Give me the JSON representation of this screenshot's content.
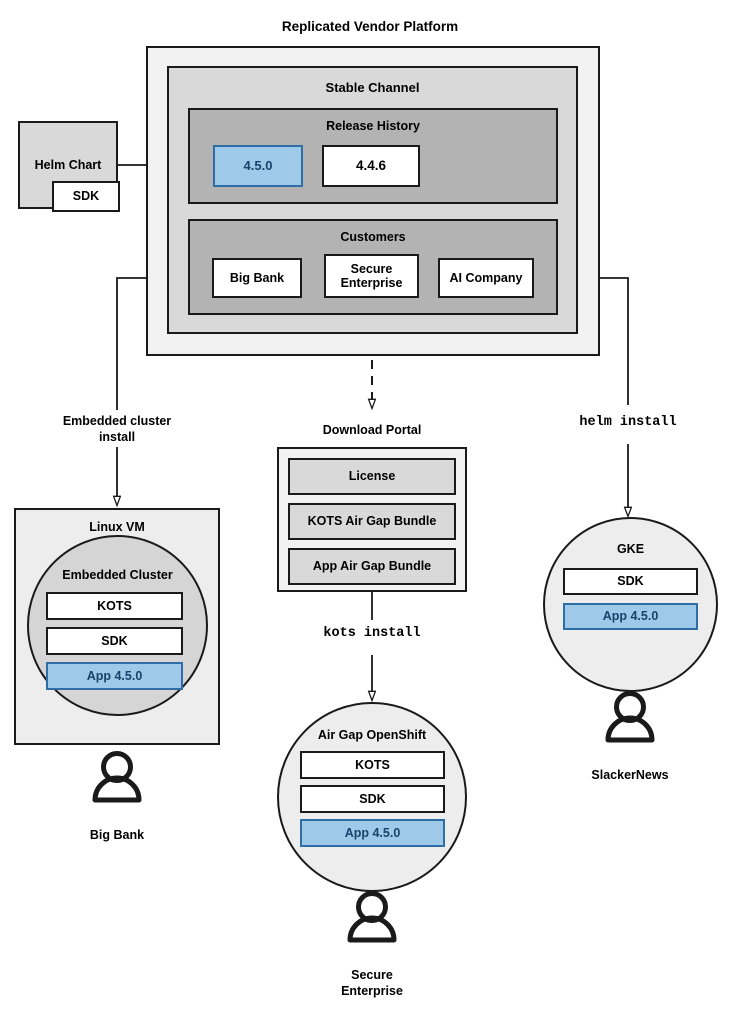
{
  "diagram": {
    "title": "Replicated Vendor Platform",
    "type": "architecture-flow"
  },
  "colors": {
    "accent_blue_fill": "#9ec9e9",
    "accent_blue_border": "#2f6ea5",
    "accent_blue_text": "#16446b",
    "stroke": "#1a1a1a",
    "outer_fill": "#f2f2f2",
    "channel_fill": "#d9d9d9",
    "group_fill": "#b3b3b3",
    "vm_fill": "#ededed",
    "embedded_cluster_fill": "#d5d5d5",
    "cluster_fill": "#ededed",
    "portal_item_fill": "#d9d9d9"
  },
  "source": {
    "helm_chart": "Helm Chart",
    "helm_chart_sdk": "SDK"
  },
  "platform": {
    "channel": "Stable Channel",
    "release_history": {
      "title": "Release History",
      "releases": [
        {
          "version": "4.5.0",
          "current": true
        },
        {
          "version": "4.4.6",
          "current": false
        }
      ]
    },
    "customers": {
      "title": "Customers",
      "items": [
        {
          "name": "Big Bank"
        },
        {
          "name": "Secure\nEnterprise"
        },
        {
          "name": "AI Company"
        }
      ],
      "item_0": "Big Bank",
      "item_1_line1": "Secure",
      "item_1_line2": "Enterprise",
      "item_2": "AI Company"
    }
  },
  "edges": {
    "embedded_install_line1": "Embedded cluster",
    "embedded_install_line2": "install",
    "kots_install": "kots install",
    "helm_install": "helm install"
  },
  "download_portal": {
    "title": "Download Portal",
    "items": [
      "License",
      "KOTS Air Gap Bundle",
      "App Air Gap Bundle"
    ],
    "item_0": "License",
    "item_1": "KOTS Air Gap Bundle",
    "item_2": "App Air Gap Bundle"
  },
  "targets": [
    {
      "id": "linux-vm",
      "shape": "rect",
      "title": "Linux VM",
      "inner_title": "Embedded Cluster",
      "components": [
        "KOTS",
        "SDK",
        "App 4.5.0"
      ],
      "persona": "Big Bank"
    },
    {
      "id": "air-gap-openshift",
      "shape": "circle",
      "title": "Air Gap OpenShift",
      "components": [
        "KOTS",
        "SDK",
        "App 4.5.0"
      ],
      "persona_line1": "Secure",
      "persona_line2": "Enterprise"
    },
    {
      "id": "gke",
      "shape": "circle",
      "title": "GKE",
      "components": [
        "SDK",
        "App 4.5.0"
      ],
      "persona": "SlackerNews"
    }
  ],
  "linux_vm": {
    "title": "Linux VM",
    "inner_title": "Embedded Cluster",
    "comp_0": "KOTS",
    "comp_1": "SDK",
    "comp_2": "App 4.5.0",
    "persona": "Big Bank"
  },
  "openshift": {
    "title": "Air Gap OpenShift",
    "comp_0": "KOTS",
    "comp_1": "SDK",
    "comp_2": "App 4.5.0",
    "persona_line1": "Secure",
    "persona_line2": "Enterprise"
  },
  "gke": {
    "title": "GKE",
    "comp_0": "SDK",
    "comp_1": "App 4.5.0",
    "persona": "SlackerNews"
  }
}
